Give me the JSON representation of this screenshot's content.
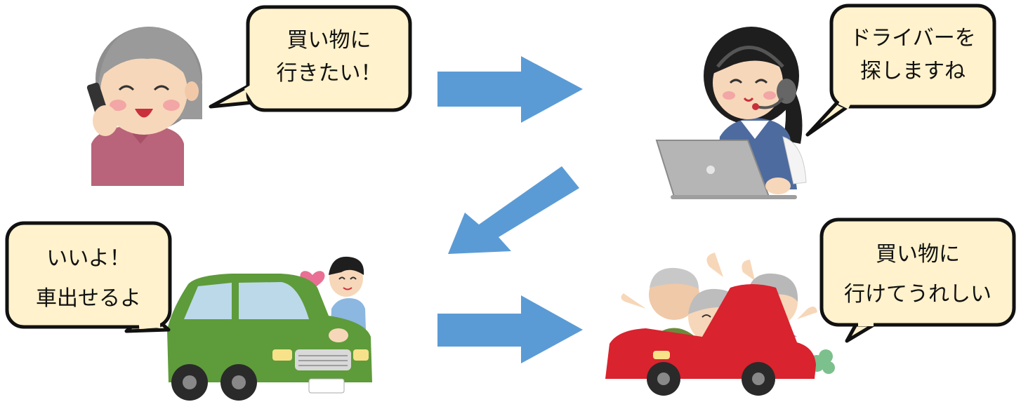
{
  "colors": {
    "arrow": "#5b9bd5",
    "bubble_fill": "#fff2cc",
    "bubble_stroke": "#111111",
    "grandma_shirt": "#b9647a",
    "operator_vest": "#4d6b9e",
    "green_car": "#5e9b3a",
    "red_car": "#d9232e",
    "exhaust": "#7cc08d"
  },
  "steps": [
    {
      "actor": "grandma-on-phone",
      "bubble_lines": [
        "買い物に",
        "行きたい！"
      ]
    },
    {
      "actor": "operator-at-laptop",
      "bubble_lines": [
        "ドライバーを",
        "探しますね"
      ]
    },
    {
      "actor": "driver-with-green-car",
      "bubble_lines": [
        "いいよ！",
        "車出せるよ"
      ]
    },
    {
      "actor": "seniors-in-red-car",
      "bubble_lines": [
        "買い物に",
        "行けてうれしい"
      ]
    }
  ],
  "flow_arrows": [
    {
      "from": "grandma-on-phone",
      "to": "operator-at-laptop",
      "direction": "right"
    },
    {
      "from": "operator-at-laptop",
      "to": "driver-with-green-car",
      "direction": "down-left"
    },
    {
      "from": "driver-with-green-car",
      "to": "seniors-in-red-car",
      "direction": "right"
    }
  ]
}
